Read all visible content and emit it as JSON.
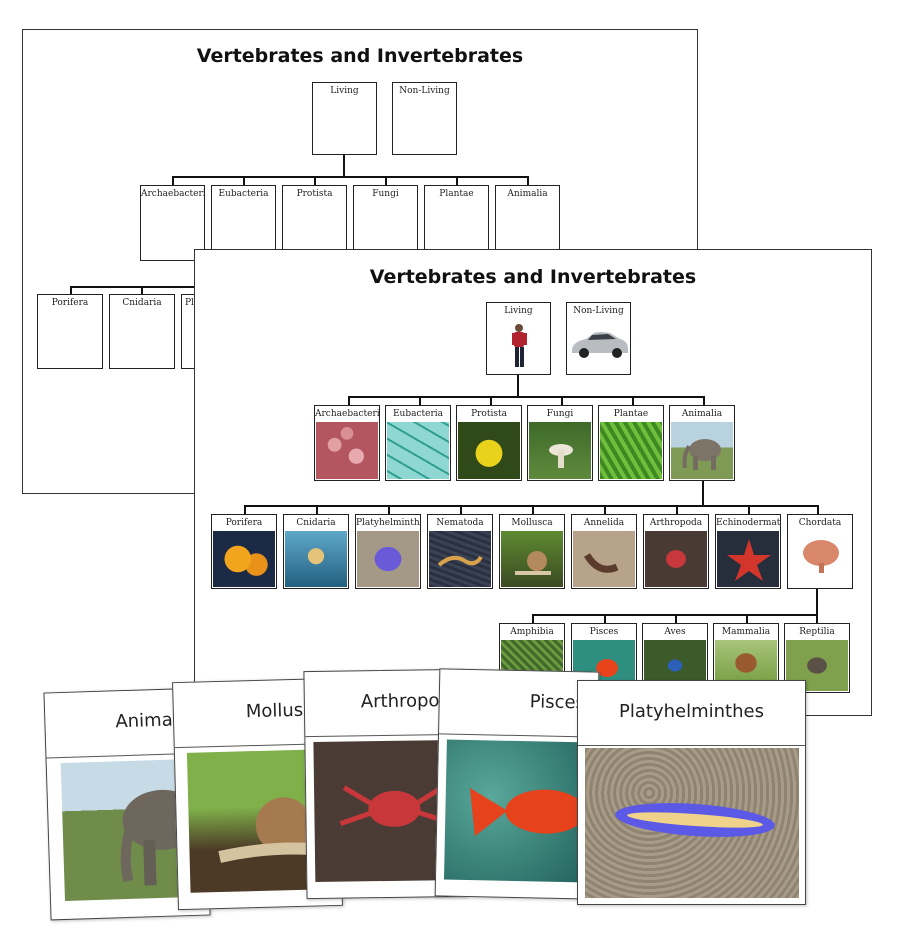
{
  "back_sheet": {
    "title": "Vertebrates and Invertebrates",
    "top": [
      "Living",
      "Non-Living"
    ],
    "kingdoms": [
      "Archaebacteria",
      "Eubacteria",
      "Protista",
      "Fungi",
      "Plantae",
      "Animalia"
    ],
    "phyla_visible": [
      "Porifera",
      "Cnidaria",
      "Pl"
    ]
  },
  "front_sheet": {
    "title": "Vertebrates and Invertebrates",
    "top": [
      "Living",
      "Non-Living"
    ],
    "kingdoms": [
      "Archaebacteria",
      "Eubacteria",
      "Protista",
      "Fungi",
      "Plantae",
      "Animalia"
    ],
    "phyla": [
      "Porifera",
      "Cnidaria",
      "Platyhelminthes",
      "Nematoda",
      "Mollusca",
      "Annelida",
      "Arthropoda",
      "Echinodermata",
      "Chordata"
    ],
    "classes": [
      "Amphibia",
      "Pisces",
      "Aves",
      "Mammalia",
      "Reptilia"
    ]
  },
  "cards": [
    "Anima",
    "Mollus",
    "Arthropod",
    "Pisces",
    "Platyhelminthes"
  ]
}
